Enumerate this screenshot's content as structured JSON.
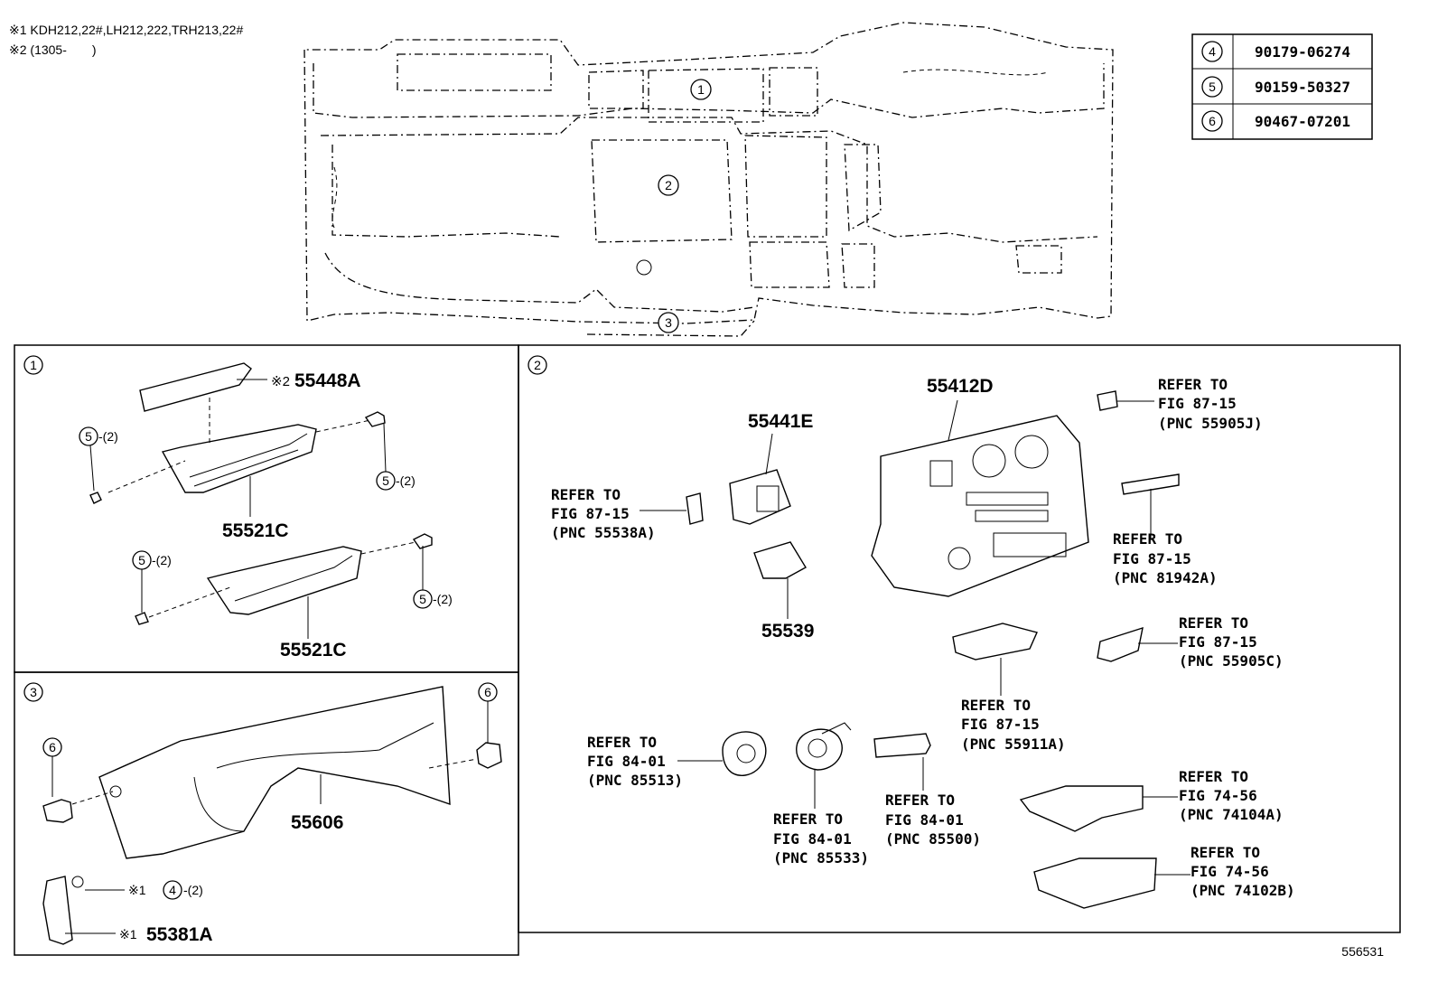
{
  "notes": {
    "note1": "※1 KDH212,22#,LH212,222,TRH213,22#",
    "note2": "※2 (1305-　　)"
  },
  "fastener_table": [
    {
      "ref": "4",
      "part": "90179-06274"
    },
    {
      "ref": "5",
      "part": "90159-50327"
    },
    {
      "ref": "6",
      "part": "90467-07201"
    }
  ],
  "overview_callouts": [
    "1",
    "2",
    "3"
  ],
  "panel1": {
    "label": "1",
    "parts": {
      "cover": "55448A",
      "cover_prefix": "※2",
      "register_upper": "55521C",
      "register_lower": "55521C"
    },
    "screws": [
      {
        "ref": "5",
        "qty": "-(2)"
      },
      {
        "ref": "5",
        "qty": "-(2)"
      },
      {
        "ref": "5",
        "qty": "-(2)"
      },
      {
        "ref": "5",
        "qty": "-(2)"
      }
    ]
  },
  "panel3": {
    "label": "3",
    "parts": {
      "under_cover": "55606",
      "bracket": "55381A",
      "bracket_prefix": "※1"
    },
    "clips": [
      {
        "ref": "6"
      },
      {
        "ref": "6"
      }
    ],
    "nut": {
      "prefix": "※1",
      "ref": "4",
      "qty": "-(2)"
    }
  },
  "panel2": {
    "label": "2",
    "parts": {
      "cluster_panel": "55412D",
      "register_center": "55441E",
      "bracket": "55539"
    },
    "refs": [
      {
        "id": "r55905j",
        "lines": [
          "REFER TO",
          "FIG 87-15",
          "(PNC 55905J)"
        ]
      },
      {
        "id": "r55538a",
        "lines": [
          "REFER TO",
          "FIG 87-15",
          "(PNC 55538A)"
        ]
      },
      {
        "id": "r81942a",
        "lines": [
          "REFER TO",
          "FIG 87-15",
          "(PNC 81942A)"
        ]
      },
      {
        "id": "r55905c",
        "lines": [
          "REFER TO",
          "FIG 87-15",
          "(PNC 55905C)"
        ]
      },
      {
        "id": "r55911a",
        "lines": [
          "REFER TO",
          "FIG 87-15",
          "(PNC 55911A)"
        ]
      },
      {
        "id": "r85513",
        "lines": [
          "REFER TO",
          "FIG 84-01",
          "(PNC 85513)"
        ]
      },
      {
        "id": "r85533",
        "lines": [
          "REFER TO",
          "FIG 84-01",
          "(PNC 85533)"
        ]
      },
      {
        "id": "r85500",
        "lines": [
          "REFER TO",
          "FIG 84-01",
          "(PNC 85500)"
        ]
      },
      {
        "id": "r74104a",
        "lines": [
          "REFER TO",
          "FIG 74-56",
          "(PNC 74104A)"
        ]
      },
      {
        "id": "r74102b",
        "lines": [
          "REFER TO",
          "FIG 74-56",
          "(PNC 74102B)"
        ]
      }
    ]
  },
  "illustration_id": "556531"
}
